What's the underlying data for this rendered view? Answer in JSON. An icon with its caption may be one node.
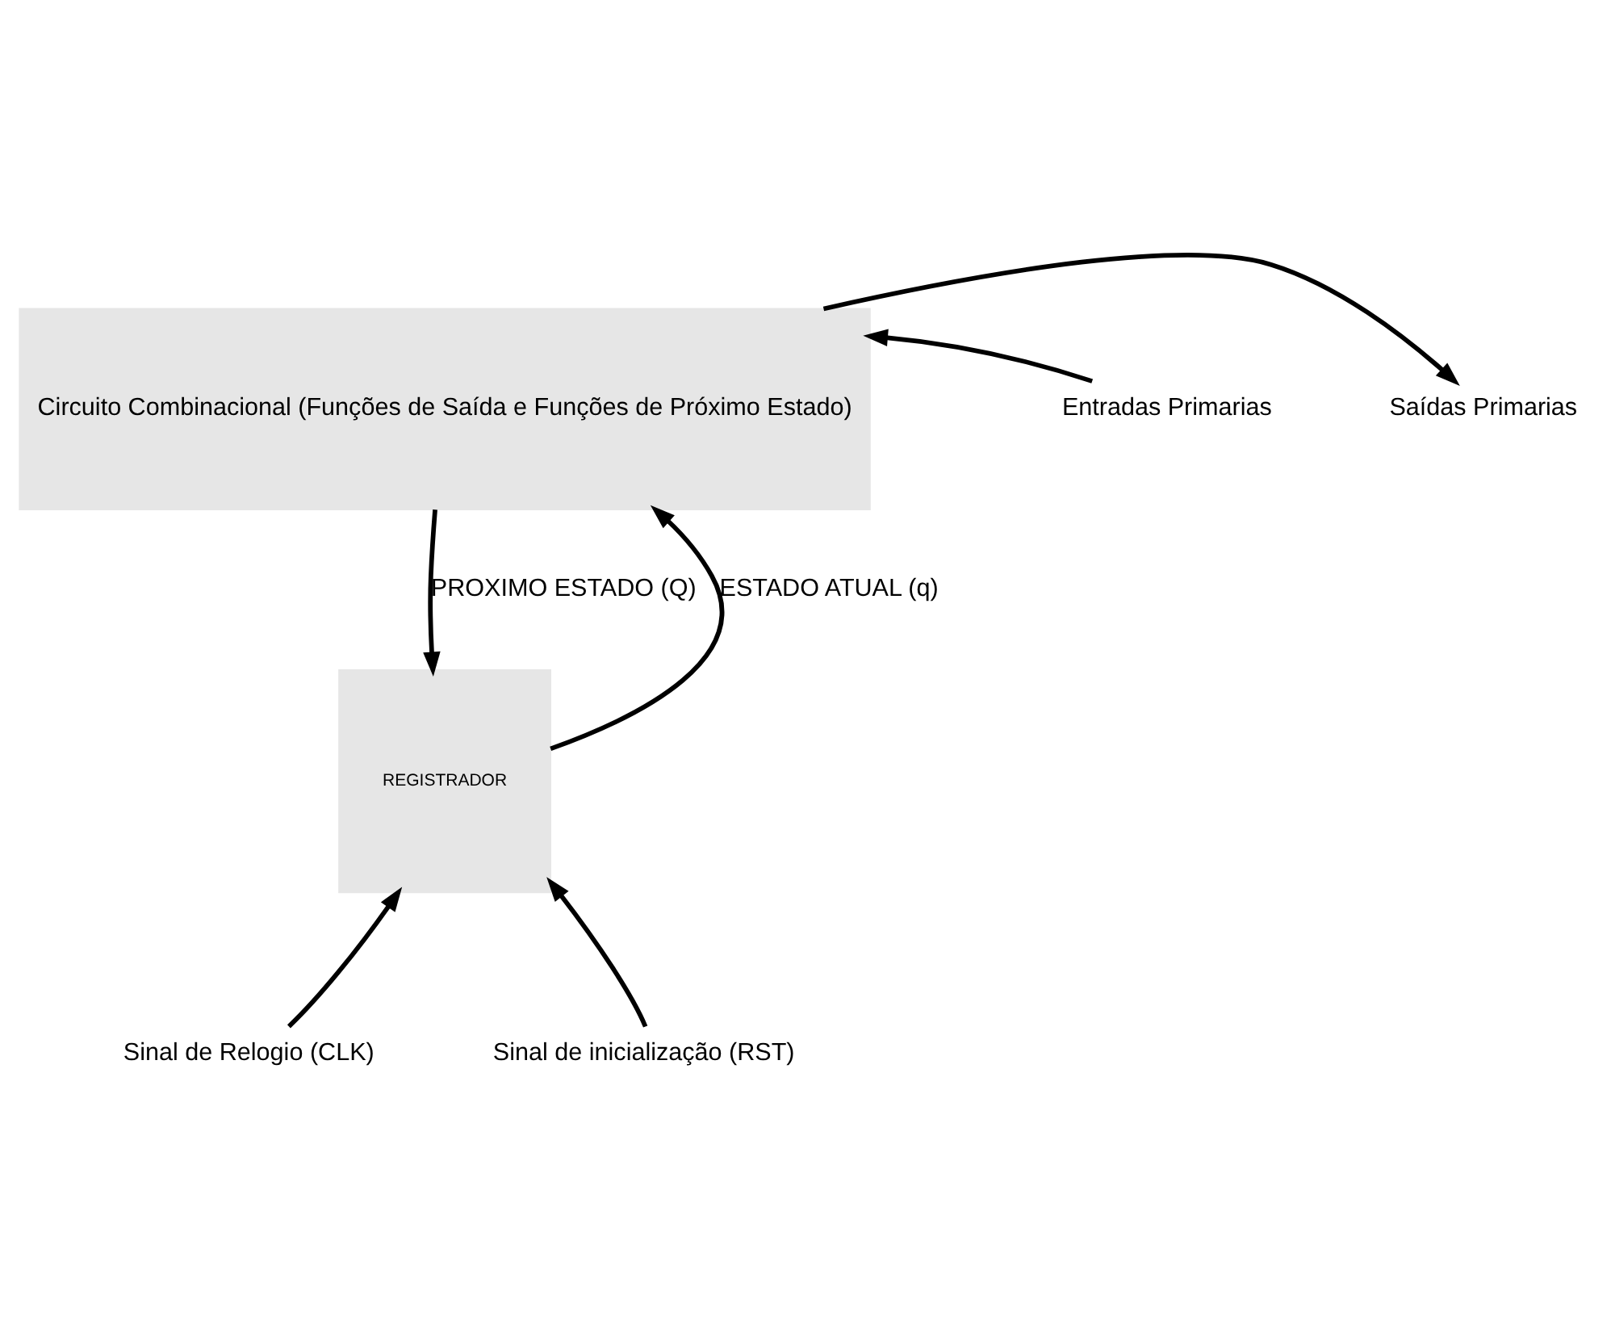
{
  "diagram": {
    "nodes": [
      {
        "text": [
          "Circuito Combinacional (Funções de Saída e Funções de Próximo Estado)"
        ]
      },
      {
        "text": [
          "REGISTRADOR"
        ]
      },
      {
        "text": [
          "Saídas Primarias"
        ]
      },
      {
        "text": [
          "Entradas Primarias"
        ]
      },
      {
        "text": [
          "Sinal de Relogio (CLK)"
        ]
      },
      {
        "text": [
          "Sinal de inicialização (RST)"
        ]
      }
    ],
    "edges": [
      {
        "from": 0,
        "to": 2,
        "arrow": "to"
      },
      {
        "from": 3,
        "to": 0,
        "arrow": "to"
      },
      {
        "from": 0,
        "to": 1,
        "arrow": "to",
        "label": "PROXIMO ESTADO (Q)"
      },
      {
        "from": 1,
        "to": 0,
        "arrow": "to",
        "label": "ESTADO ATUAL (q)"
      },
      {
        "from": 4,
        "to": 1,
        "arrow": "to"
      },
      {
        "from": 5,
        "to": 1,
        "arrow": "to"
      }
    ]
  }
}
